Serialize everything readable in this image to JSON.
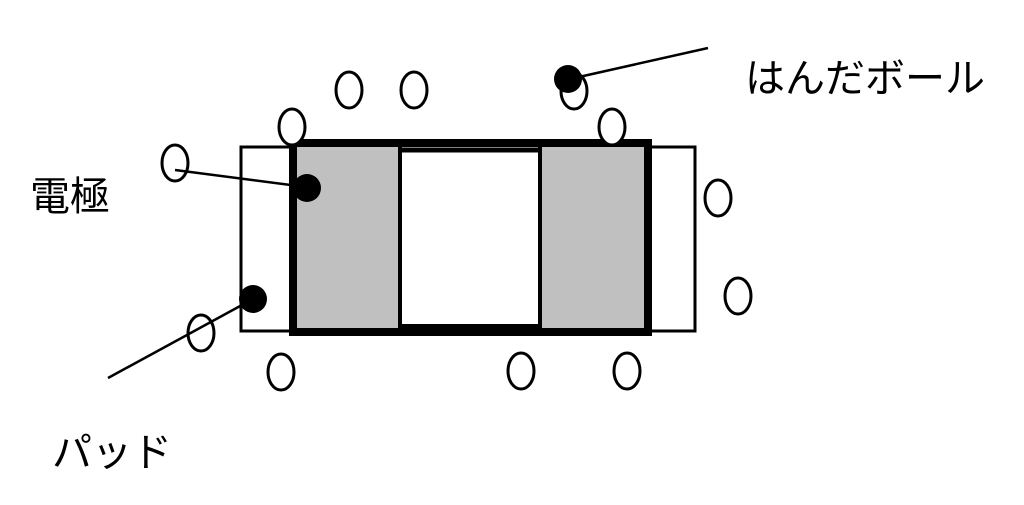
{
  "labels": {
    "solder_ball": "はんだボール",
    "electrode": "電極",
    "pad": "パッド"
  },
  "colors": {
    "electrode_fill": "#c0c0c0",
    "stroke": "#000000",
    "background": "#ffffff"
  }
}
